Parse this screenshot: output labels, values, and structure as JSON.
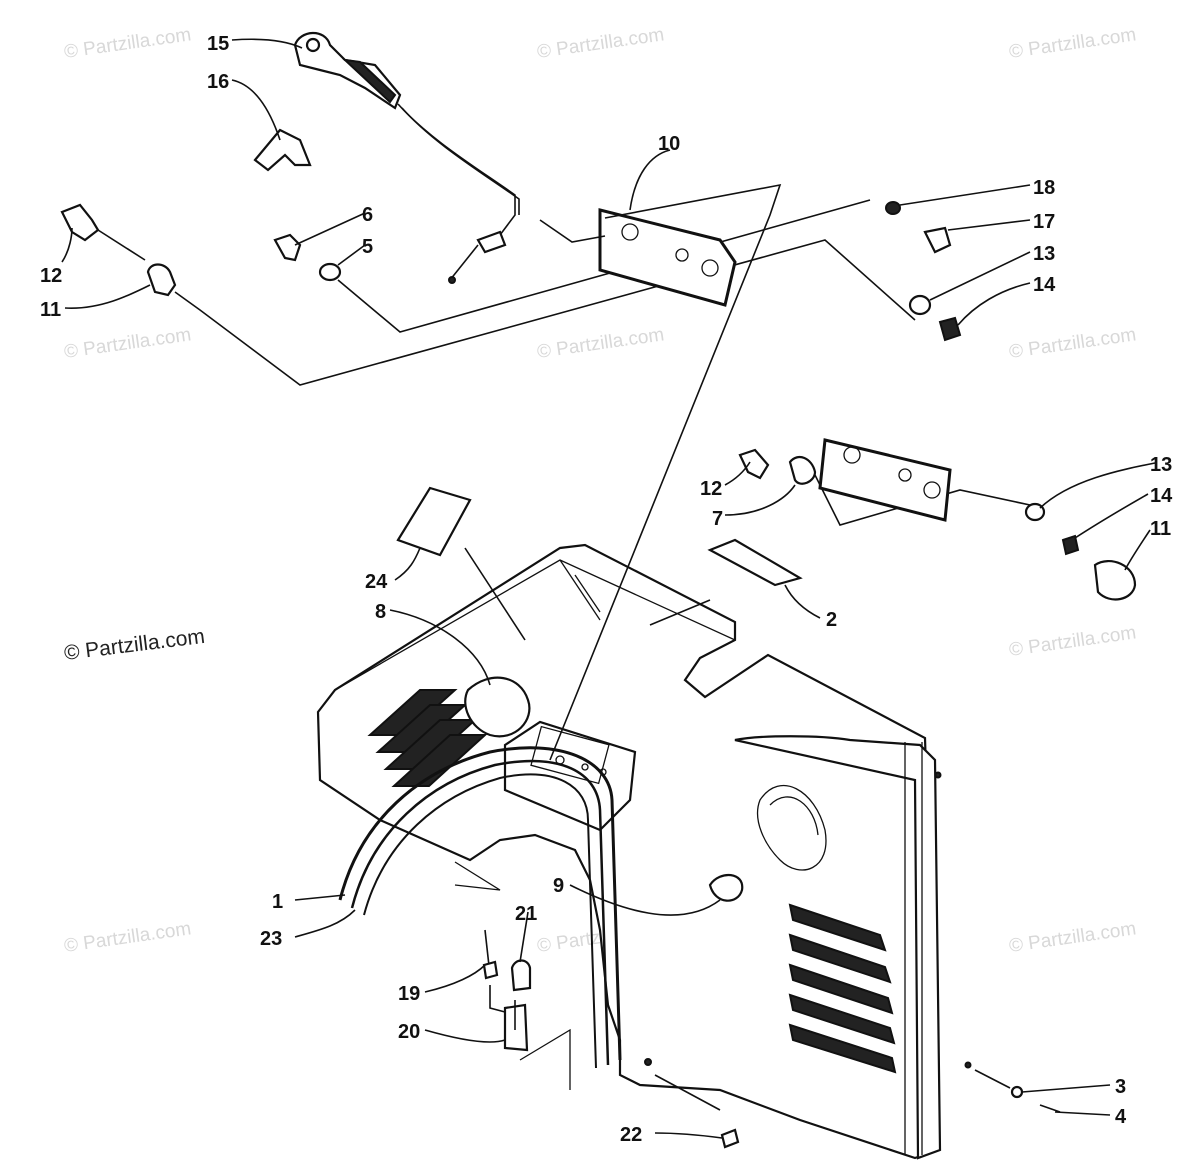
{
  "diagram": {
    "watermarks": {
      "faint": "© Partzilla.com",
      "strong": "© Partzilla.com"
    },
    "callouts": {
      "c1": "1",
      "c2": "2",
      "c3": "3",
      "c4": "4",
      "c5": "5",
      "c6": "6",
      "c7": "7",
      "c8": "8",
      "c9": "9",
      "c10": "10",
      "c11a": "11",
      "c11b": "11",
      "c12a": "12",
      "c12b": "12",
      "c13a": "13",
      "c13b": "13",
      "c14a": "14",
      "c14b": "14",
      "c15": "15",
      "c16": "16",
      "c17": "17",
      "c18": "18",
      "c19": "19",
      "c20": "20",
      "c21": "21",
      "c22": "22",
      "c23": "23",
      "c24": "24"
    },
    "colors": {
      "ink": "#111111",
      "watermark": "#d8d8d8"
    }
  }
}
